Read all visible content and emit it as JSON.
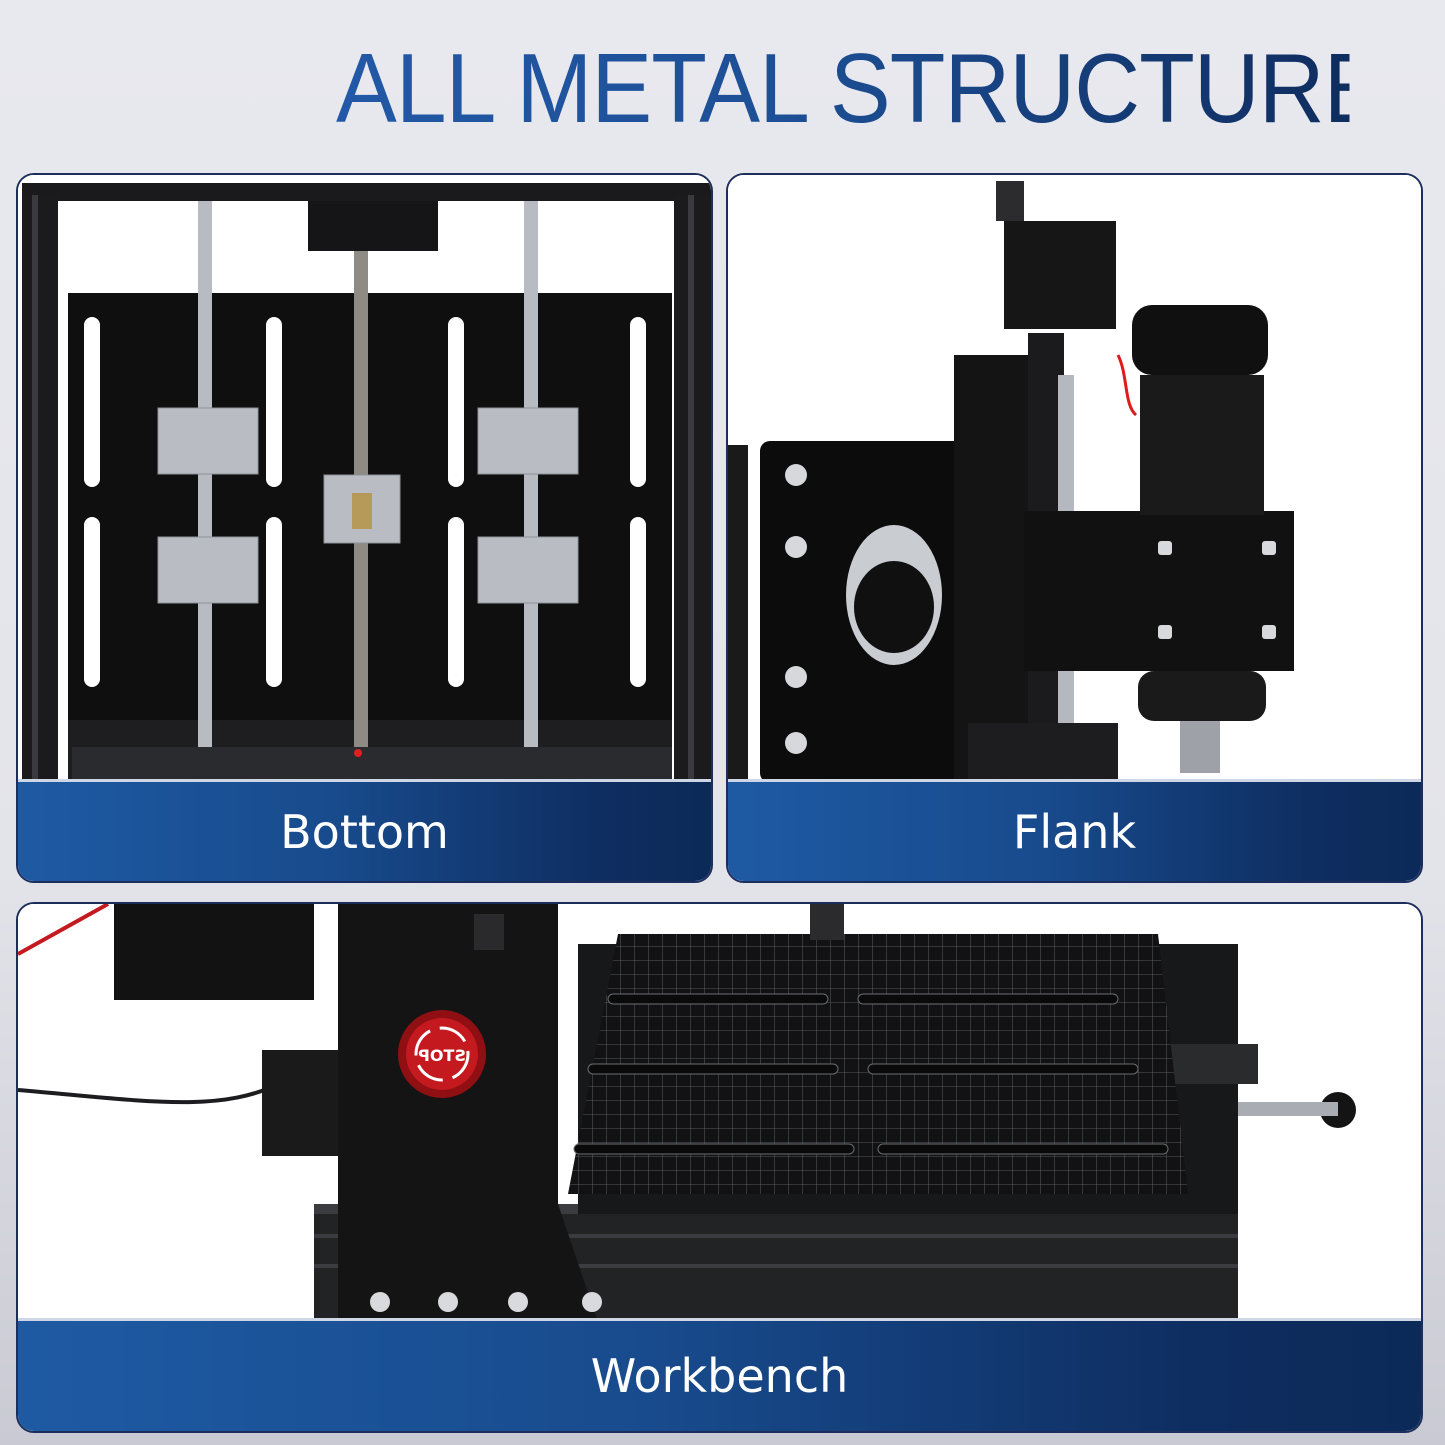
{
  "headline": "ALL METAL STRUCTURE",
  "colors": {
    "headline_blue": "#1d4f95",
    "caption_gradient_start": "#1e5aa3",
    "caption_gradient_end": "#0c2a58",
    "background": "#e6e7ec",
    "stop_button_red": "#c41a1f"
  },
  "panels": [
    {
      "id": "bottom",
      "caption": "Bottom",
      "photo_subject": "cnc-machine-bottom-view"
    },
    {
      "id": "flank",
      "caption": "Flank",
      "photo_subject": "cnc-machine-side-view-spindle"
    },
    {
      "id": "workbench",
      "caption": "Workbench",
      "photo_subject": "cnc-machine-workbench-with-stop-button"
    }
  ],
  "stop_button": {
    "label": "STOP"
  }
}
